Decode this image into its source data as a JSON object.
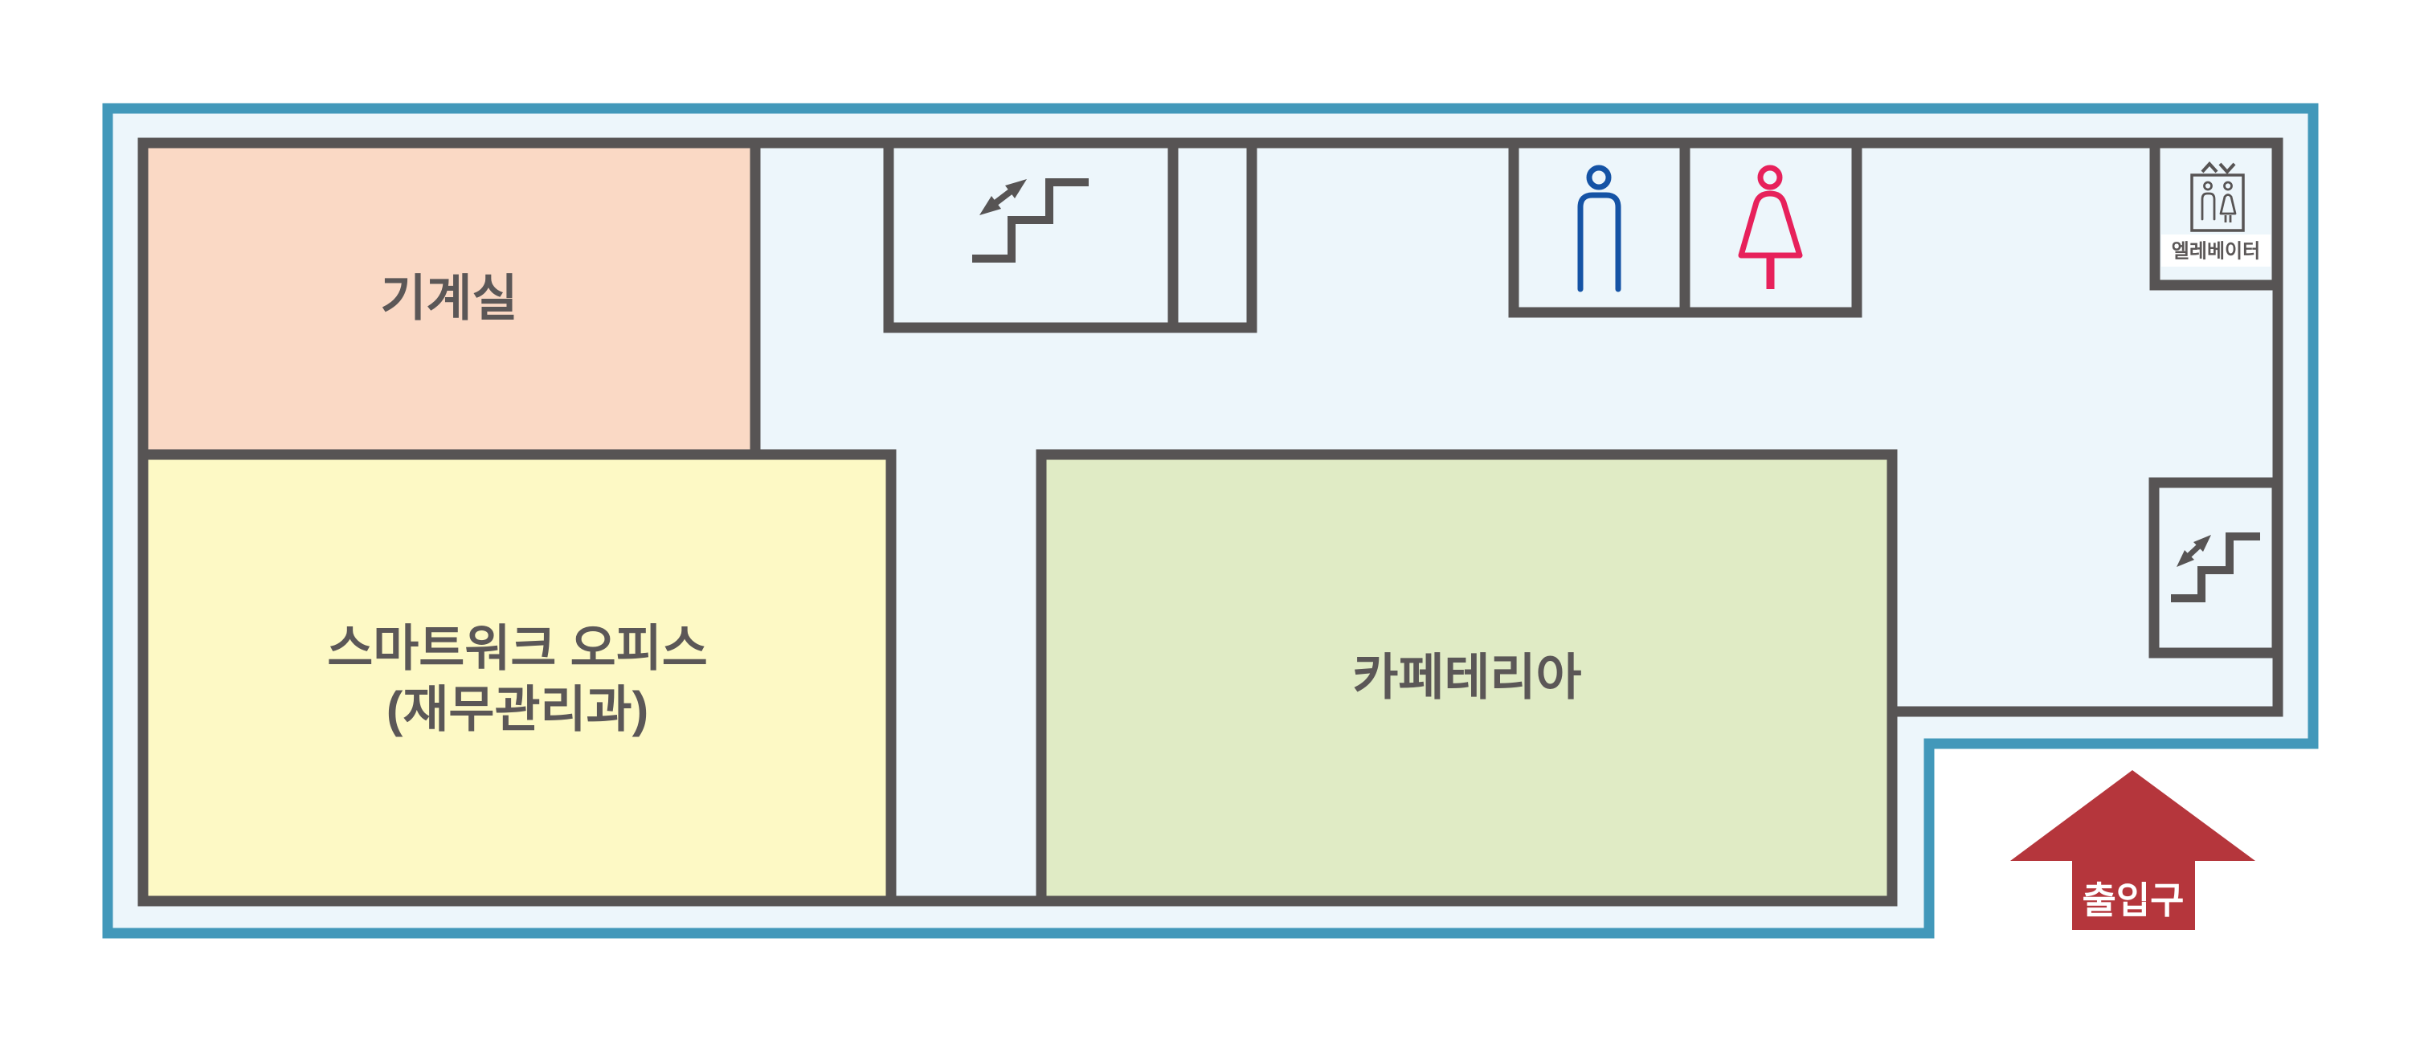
{
  "floorplan": {
    "rooms": [
      {
        "id": "machine-room",
        "label": "기계실",
        "color": "#fad9c5"
      },
      {
        "id": "smartwork-office",
        "label_line1": "스마트워크 오피스",
        "label_line2": "(재무관리과)",
        "color": "#fdf9c5"
      },
      {
        "id": "cafeteria",
        "label": "카페테리아",
        "color": "#e0ebc5"
      }
    ],
    "elevator": {
      "label": "엘레베이터"
    },
    "entrance": {
      "label": "출입구"
    },
    "icons": {
      "stairs_upper": "stairs-icon",
      "stairs_lower": "stairs-icon",
      "men_restroom": "male-figure-icon",
      "women_restroom": "female-figure-icon",
      "elevator": "elevator-icon",
      "entrance": "entrance-arrow-icon"
    },
    "colors": {
      "floor": "#edf6fb",
      "outline": "#4298ba",
      "wall": "#575454",
      "ink": "#5b5757",
      "arrow_red": "#b5363c",
      "men_blue": "#1553a5",
      "women_pink": "#e7215b",
      "white": "#ffffff"
    }
  }
}
